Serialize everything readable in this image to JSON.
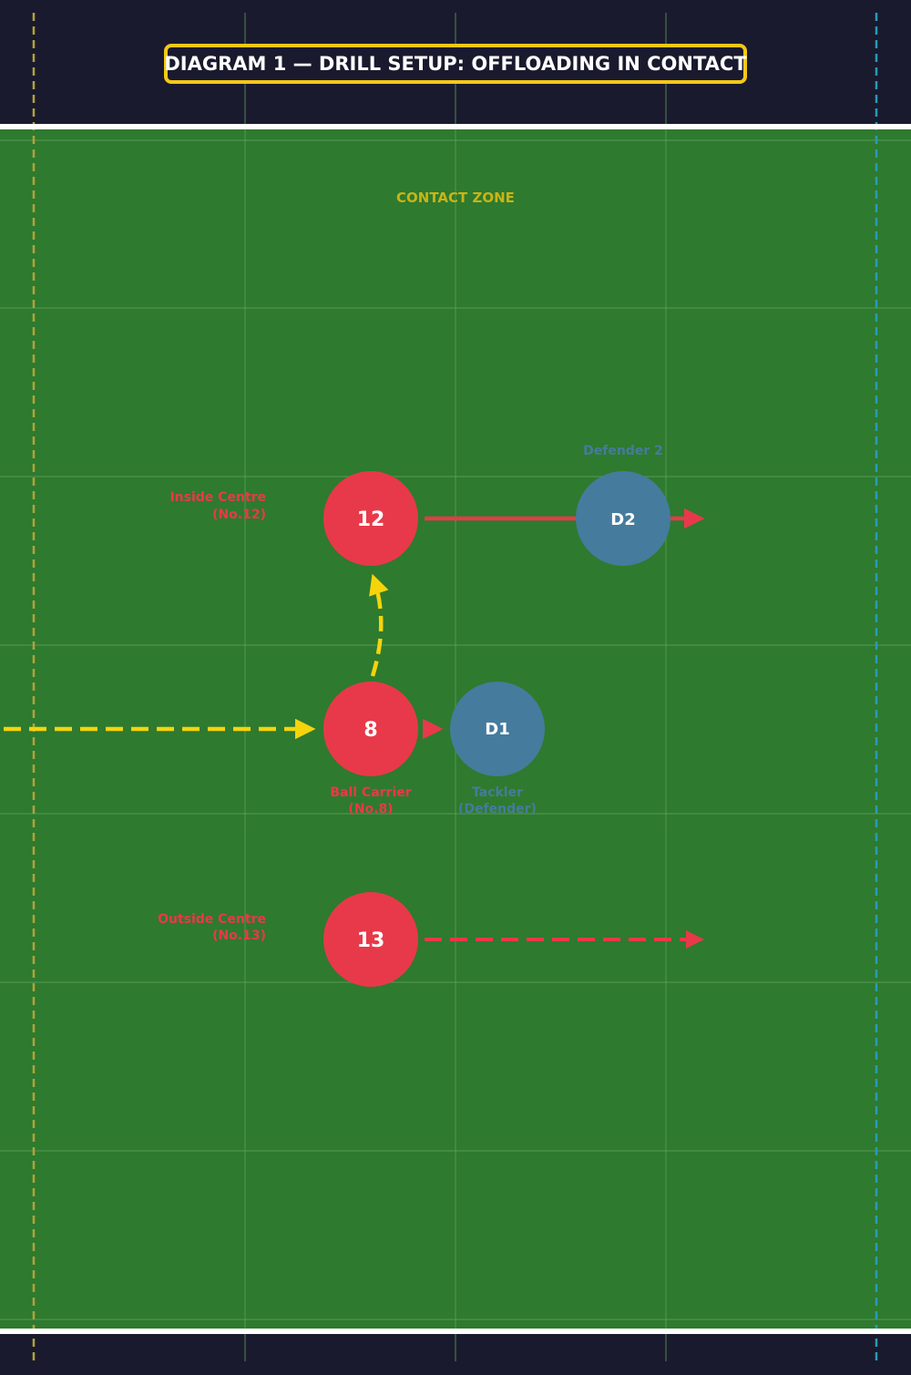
{
  "title": "DIAGRAM 1 — DRILL SETUP: OFFLOADING IN CONTACT",
  "colors": {
    "background": "#1a1a2e",
    "pitch": "#2e7a2e",
    "grid_line": "#5aa05a",
    "touchline": "#ffffff",
    "attack": "#e8394a",
    "defence": "#457b9d",
    "pass": "#f5d40c",
    "title_border": "#f5c816",
    "zone_label": "#c9b416",
    "left_channel": "#b3a23a",
    "right_channel": "#2a9bb5"
  },
  "zone_label": "CONTACT ZONE",
  "players": {
    "inside_centre": {
      "number": "12",
      "label_line1": "Inside Centre",
      "label_line2": "(No.12)"
    },
    "ball_carrier": {
      "number": "8",
      "label_line1": "Ball Carrier",
      "label_line2": "(No.8)"
    },
    "outside_centre": {
      "number": "13",
      "label_line1": "Outside Centre",
      "label_line2": "(No.13)"
    },
    "tackler": {
      "number": "D1",
      "label_line1": "Tackler",
      "label_line2": "(Defender)"
    },
    "defender_2": {
      "number": "D2",
      "label_line1": "Defender 2"
    }
  }
}
